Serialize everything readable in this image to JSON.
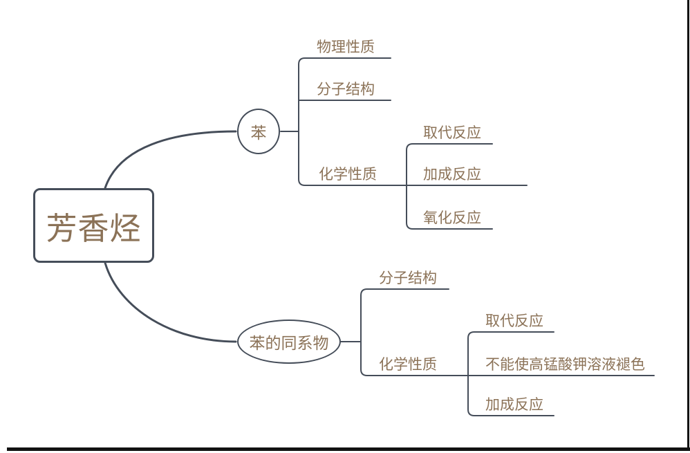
{
  "diagram_type": "mindmap",
  "colors": {
    "line": "#454d59",
    "text": "#8b7257",
    "edge": "#121212",
    "node_bg": "#ffffff"
  },
  "root": {
    "label": "芳香烃"
  },
  "branches": [
    {
      "label": "苯",
      "children": [
        {
          "label": "物理性质"
        },
        {
          "label": "分子结构"
        },
        {
          "label": "化学性质",
          "children": [
            {
              "label": "取代反应"
            },
            {
              "label": "加成反应"
            },
            {
              "label": "氧化反应"
            }
          ]
        }
      ]
    },
    {
      "label": "苯的同系物",
      "children": [
        {
          "label": "分子结构"
        },
        {
          "label": "化学性质",
          "children": [
            {
              "label": "取代反应"
            },
            {
              "label": "不能使高锰酸钾溶液褪色"
            },
            {
              "label": "加成反应"
            }
          ]
        }
      ]
    }
  ]
}
